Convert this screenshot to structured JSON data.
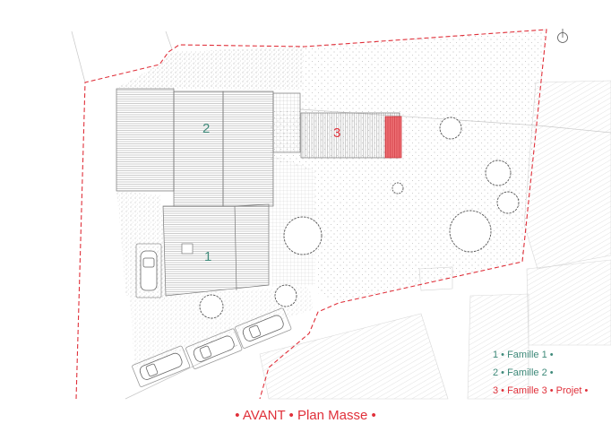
{
  "colors": {
    "famille_1": "#3f8a7a",
    "famille_2": "#3f8a7a",
    "famille_3": "#e0303a",
    "site_boundary": "#e0303a",
    "project_fill": "#e8545c"
  },
  "plan": {
    "zone_labels": {
      "zone_1": "1",
      "zone_2": "2",
      "zone_3": "3"
    },
    "north_icon": "north-arrow-circle-icon"
  },
  "legend": {
    "items": [
      {
        "text": "1 • Famille 1  •"
      },
      {
        "text": "2 • Famille 2 •"
      },
      {
        "text": "3 • Famille 3 • Projet •"
      }
    ]
  },
  "caption": {
    "text": "• AVANT  • Plan Masse •"
  }
}
